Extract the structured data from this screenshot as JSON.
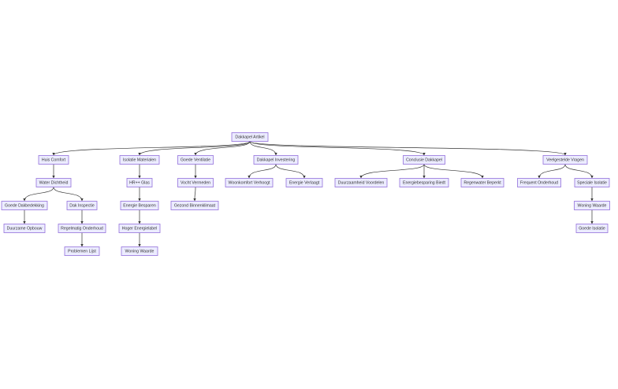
{
  "diagram": {
    "type": "flowchart-top-down",
    "nodes": [
      {
        "id": "root",
        "label": "Dakkapel Artikel"
      },
      {
        "id": "huis_comfort",
        "label": "Huis Comfort"
      },
      {
        "id": "isolatie_materialen",
        "label": "Isolatie Materialen"
      },
      {
        "id": "goede_ventilatie",
        "label": "Goede Ventilatie"
      },
      {
        "id": "dakkapel_investering",
        "label": "Dakkapel Investering"
      },
      {
        "id": "conclusie_dakkapel",
        "label": "Conclusie Dakkapel"
      },
      {
        "id": "veelgestelde_vragen",
        "label": "Veelgestelde Vragen"
      },
      {
        "id": "water_dichtheid",
        "label": "Water Dichtheid"
      },
      {
        "id": "hr_glas",
        "label": "HR++ Glas"
      },
      {
        "id": "vocht_vermeden",
        "label": "Vocht Vermeden"
      },
      {
        "id": "woonkomfort_verhoogt",
        "label": "Woonkomfort Verhoogt"
      },
      {
        "id": "energie_verlaagt",
        "label": "Energie Verlaagt"
      },
      {
        "id": "duurzaamheid_voordelen",
        "label": "Duurzaamheid Voordelen"
      },
      {
        "id": "energiebesparing_biedt",
        "label": "Energiebesparing Biedt"
      },
      {
        "id": "regenwater_beperkt",
        "label": "Regenwater Beperkt"
      },
      {
        "id": "frequent_onderhoud",
        "label": "Frequent Onderhoud"
      },
      {
        "id": "speciale_isolatie",
        "label": "Speciale Isolatie"
      },
      {
        "id": "goede_dakbedekking",
        "label": "Goede Dakbedekking"
      },
      {
        "id": "dak_inspectie",
        "label": "Dak Inspectie"
      },
      {
        "id": "energie_besparen",
        "label": "Energie Besparen"
      },
      {
        "id": "gezond_binnenklimaat",
        "label": "Gezond Binnenklimaat"
      },
      {
        "id": "woning_waarde_r",
        "label": "Woning Waarde"
      },
      {
        "id": "duurzame_opbouw",
        "label": "Duurzame Opbouw"
      },
      {
        "id": "regelmatig_onderhoud",
        "label": "Regelmatig Onderhoud"
      },
      {
        "id": "hoger_energielabel",
        "label": "Hoger Energielabel"
      },
      {
        "id": "goede_isolatie",
        "label": "Goede Isolatie"
      },
      {
        "id": "problemen_lijst",
        "label": "Problemen Lijst"
      },
      {
        "id": "woning_waarde",
        "label": "Woning Waarde"
      }
    ],
    "edges": [
      [
        "root",
        "huis_comfort"
      ],
      [
        "root",
        "isolatie_materialen"
      ],
      [
        "root",
        "goede_ventilatie"
      ],
      [
        "root",
        "dakkapel_investering"
      ],
      [
        "root",
        "conclusie_dakkapel"
      ],
      [
        "root",
        "veelgestelde_vragen"
      ],
      [
        "huis_comfort",
        "water_dichtheid"
      ],
      [
        "water_dichtheid",
        "goede_dakbedekking"
      ],
      [
        "water_dichtheid",
        "dak_inspectie"
      ],
      [
        "goede_dakbedekking",
        "duurzame_opbouw"
      ],
      [
        "dak_inspectie",
        "regelmatig_onderhoud"
      ],
      [
        "regelmatig_onderhoud",
        "problemen_lijst"
      ],
      [
        "isolatie_materialen",
        "hr_glas"
      ],
      [
        "hr_glas",
        "energie_besparen"
      ],
      [
        "energie_besparen",
        "hoger_energielabel"
      ],
      [
        "hoger_energielabel",
        "woning_waarde"
      ],
      [
        "goede_ventilatie",
        "vocht_vermeden"
      ],
      [
        "vocht_vermeden",
        "gezond_binnenklimaat"
      ],
      [
        "dakkapel_investering",
        "woonkomfort_verhoogt"
      ],
      [
        "dakkapel_investering",
        "energie_verlaagt"
      ],
      [
        "conclusie_dakkapel",
        "duurzaamheid_voordelen"
      ],
      [
        "conclusie_dakkapel",
        "energiebesparing_biedt"
      ],
      [
        "conclusie_dakkapel",
        "regenwater_beperkt"
      ],
      [
        "veelgestelde_vragen",
        "frequent_onderhoud"
      ],
      [
        "veelgestelde_vragen",
        "speciale_isolatie"
      ],
      [
        "speciale_isolatie",
        "woning_waarde_r"
      ],
      [
        "woning_waarde_r",
        "goede_isolatie"
      ]
    ],
    "colors": {
      "node_fill": "#ECECFF",
      "node_border": "#9370DB",
      "edge": "#333333",
      "text": "#333333"
    }
  }
}
